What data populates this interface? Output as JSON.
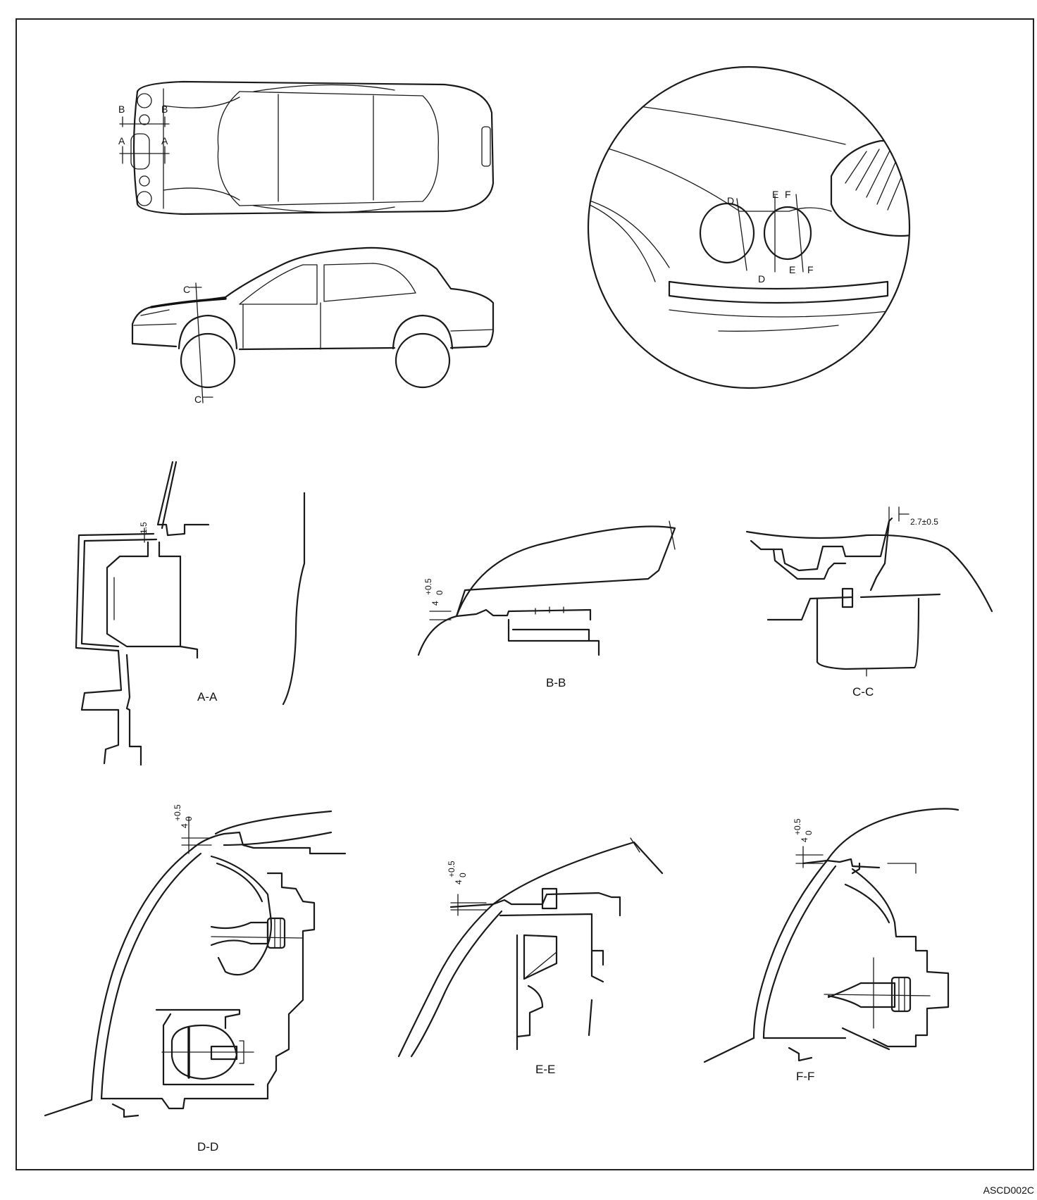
{
  "doc_code": "ASCD002C",
  "top_view": {
    "labels": [
      "B",
      "B",
      "A",
      "A"
    ]
  },
  "side_view": {
    "labels": [
      "C",
      "C"
    ]
  },
  "front_detail": {
    "labels": [
      "D",
      "E",
      "F",
      "D",
      "E",
      "F"
    ]
  },
  "sections": {
    "aa": {
      "caption": "A-A",
      "dim": "1.5"
    },
    "bb": {
      "caption": "B-B",
      "dim_main": "4",
      "dim_tol_upper": "+0.5",
      "dim_tol_lower": "0"
    },
    "cc": {
      "caption": "C-C",
      "dim": "2.7±0.5"
    },
    "dd": {
      "caption": "D-D",
      "dim_main": "4",
      "dim_tol_upper": "+0.5",
      "dim_tol_lower": "0"
    },
    "ee": {
      "caption": "E-E",
      "dim_main": "4",
      "dim_tol_upper": "+0.5",
      "dim_tol_lower": "0"
    },
    "ff": {
      "caption": "F-F",
      "dim_main": "4",
      "dim_tol_upper": "+0.5",
      "dim_tol_lower": "0"
    }
  }
}
